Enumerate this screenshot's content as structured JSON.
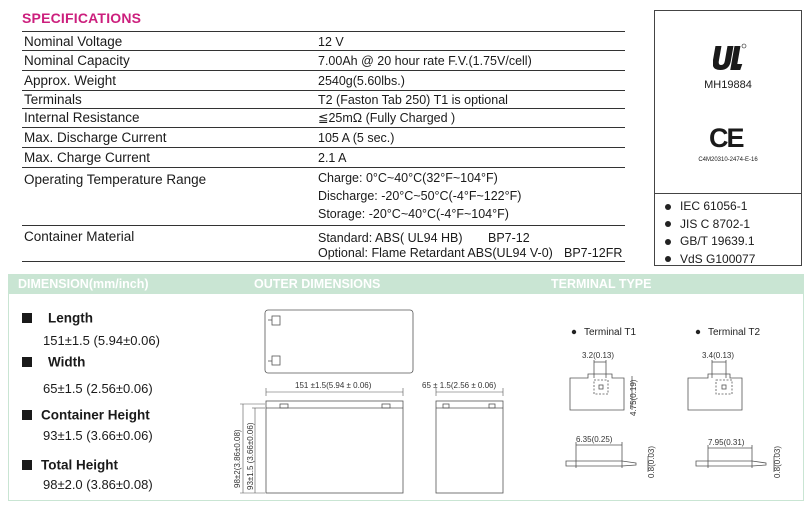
{
  "specifications": {
    "title": "SPECIFICATIONS",
    "rows": [
      {
        "label": "Nominal Voltage",
        "value": "12 V"
      },
      {
        "label": "Nominal Capacity",
        "value": "7.00Ah @ 20 hour rate F.V.(1.75V/cell)"
      },
      {
        "label": "Approx. Weight",
        "value": "2540g(5.60lbs.)"
      },
      {
        "label": "Terminals",
        "value": "T2 (Faston Tab 250) T1 is optional"
      },
      {
        "label": "Internal Resistance",
        "value": "≦25mΩ (Fully Charged )"
      },
      {
        "label": "Max. Discharge Current",
        "value": "105 A (5 sec.)"
      },
      {
        "label": "Max. Charge Current",
        "value": "2.1 A"
      }
    ],
    "operating_temperature": {
      "label": "Operating Temperature Range",
      "charge": "Charge: 0°C~40°C(32°F~104°F)",
      "discharge": "Discharge: -20°C~50°C(-4°F~122°F)",
      "storage": "Storage: -20°C~40°C(-4°F~104°F)"
    },
    "container_material": {
      "label": "Container Material",
      "standard": "Standard: ABS( UL94 HB)",
      "standard_model": "BP7-12",
      "optional": "Optional: Flame Retardant ABS(UL94 V-0)",
      "optional_model": "BP7-12FR"
    }
  },
  "certifications": {
    "ul_code": "MH19884",
    "ce_mark": "CE",
    "ce_code": "C4M20310-2474-E-16",
    "standards": [
      "IEC 61056-1",
      "JIS C 8702-1",
      "GB/T 19639.1",
      "VdS G100077"
    ]
  },
  "dimension": {
    "header": "DIMENSION(mm/inch)",
    "outer_header": "OUTER DIMENSIONS",
    "terminal_header": "TERMINAL TYPE",
    "items": [
      {
        "name": "Length",
        "value": "151±1.5  (5.94±0.06)"
      },
      {
        "name": "Width",
        "value": "65±1.5   (2.56±0.06)"
      },
      {
        "name": "Container Height",
        "value": "93±1.5  (3.66±0.06)"
      },
      {
        "name": "Total  Height",
        "value": "98±2.0   (3.86±0.08)"
      }
    ],
    "drawing": {
      "length_label": "151 ±1.5(5.94 ± 0.06)",
      "width_label": "65 ± 1.5(2.56 ± 0.06)",
      "total_height_label": "98±2(3.86±0.08)",
      "container_height_label": "93±1.5 (3.66±0.06)"
    },
    "terminals": {
      "t1": {
        "name": "Terminal T1",
        "width": "3.2(0.13)",
        "height": "4.75(0.19)",
        "length": "6.35(0.25)",
        "thickness": "0.8(0.03)"
      },
      "t2": {
        "name": "Terminal T2",
        "width": "3.4(0.13)",
        "length": "7.95(0.31)",
        "thickness": "0.8(0.03)"
      }
    }
  }
}
